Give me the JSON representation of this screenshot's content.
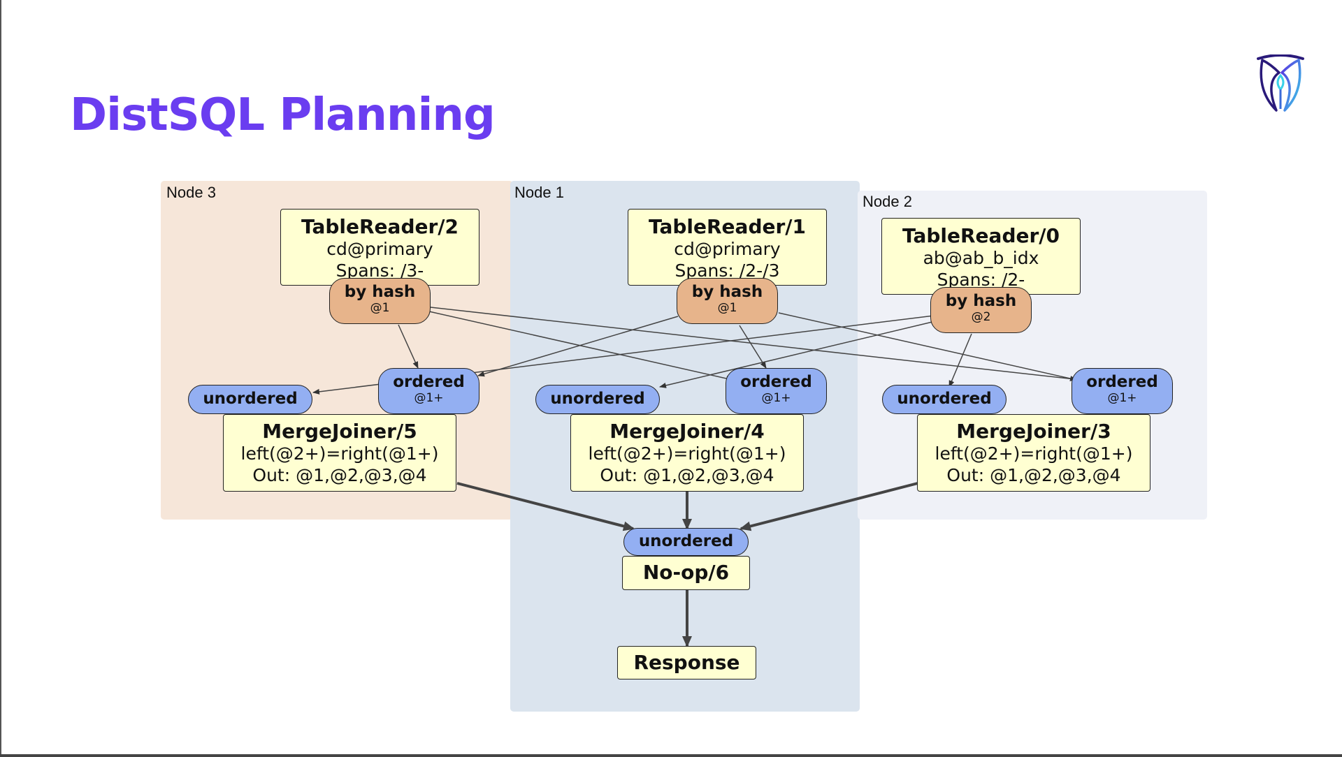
{
  "slide": {
    "title": "DistSQL Planning",
    "logo_icon": "cockroach-logo"
  },
  "colors": {
    "title": "#6a3df0",
    "node3_bg": "#f6e6d9",
    "node1_bg": "#dbe4ee",
    "node2_bg": "#eff1f7",
    "processor": "#ffffd2",
    "router": "#e7b48b",
    "stream": "#93aff2"
  },
  "nodes": {
    "node3": "Node 3",
    "node1": "Node 1",
    "node2": "Node 2"
  },
  "table_readers": {
    "tr2": {
      "title": "TableReader/2",
      "index": "cd@primary",
      "spans": "Spans: /3-"
    },
    "tr1": {
      "title": "TableReader/1",
      "index": "cd@primary",
      "spans": "Spans: /2-/3"
    },
    "tr0": {
      "title": "TableReader/0",
      "index": "ab@ab_b_idx",
      "spans": "Spans: /2-"
    }
  },
  "routers": {
    "r2": {
      "label": "by hash",
      "col": "@1"
    },
    "r1": {
      "label": "by hash",
      "col": "@1"
    },
    "r0": {
      "label": "by hash",
      "col": "@2"
    }
  },
  "inputs": {
    "mj5_unordered": "unordered",
    "mj5_ordered": {
      "label": "ordered",
      "col": "@1+"
    },
    "mj4_unordered": "unordered",
    "mj4_ordered": {
      "label": "ordered",
      "col": "@1+"
    },
    "mj3_unordered": "unordered",
    "mj3_ordered": {
      "label": "ordered",
      "col": "@1+"
    },
    "noop_unordered": "unordered"
  },
  "merge_joiners": {
    "mj5": {
      "title": "MergeJoiner/5",
      "cond": "left(@2+)=right(@1+)",
      "out": "Out: @1,@2,@3,@4"
    },
    "mj4": {
      "title": "MergeJoiner/4",
      "cond": "left(@2+)=right(@1+)",
      "out": "Out: @1,@2,@3,@4"
    },
    "mj3": {
      "title": "MergeJoiner/3",
      "cond": "left(@2+)=right(@1+)",
      "out": "Out: @1,@2,@3,@4"
    }
  },
  "noop": {
    "title": "No-op/6"
  },
  "response": {
    "title": "Response"
  }
}
